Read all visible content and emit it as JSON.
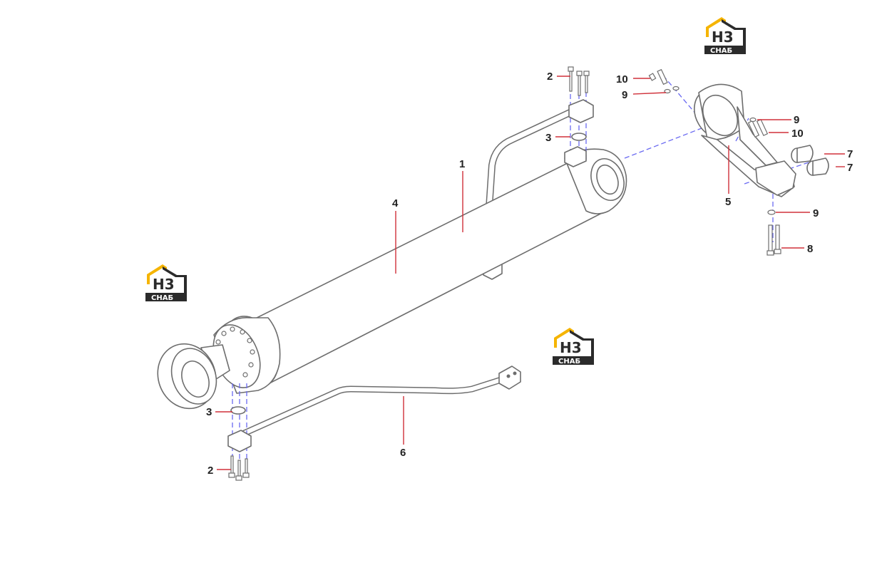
{
  "diagram": {
    "callouts": {
      "c1": "1",
      "c2_top": "2",
      "c3_top": "3",
      "c4": "4",
      "c5": "5",
      "c6": "6",
      "c7_a": "7",
      "c7_b": "7",
      "c8": "8",
      "c9_left": "9",
      "c9_right": "9",
      "c9_lower": "9",
      "c10_left": "10",
      "c10_right": "10",
      "c3_bottom": "3",
      "c2_bottom": "2"
    },
    "watermark": {
      "letters": "H3",
      "caption": "CHAБ",
      "colors": {
        "gold": "#f5b400",
        "dark": "#2b2b2b",
        "white": "#ffffff"
      }
    },
    "colors": {
      "leader": "#d0313a",
      "axis": "#6a6af2",
      "outline": "#6d6d6d"
    }
  }
}
